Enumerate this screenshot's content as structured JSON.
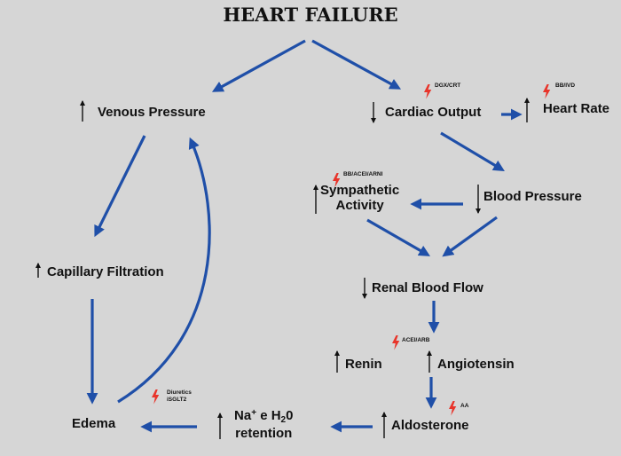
{
  "title": "HEART FAILURE",
  "nodes": {
    "venous_pressure": "Venous Pressure",
    "cardiac_output": "Cardiac Output",
    "heart_rate": "Heart Rate",
    "sympathetic_line1": "Sympathetic",
    "sympathetic_line2": "Activity",
    "blood_pressure": "Blood Pressure",
    "capillary_filtration": "Capillary Filtration",
    "renal_blood_flow": "Renal Blood Flow",
    "renin": "Renin",
    "angiotensin": "Angiotensin",
    "edema": "Edema",
    "na_symbol": "Na",
    "na_sup": "+",
    "na_e": " e H",
    "na_sub": "2",
    "na_tail": "0",
    "retention": "retention",
    "aldosterone": "Aldosterone"
  },
  "drugs": {
    "dgx_crt": "DGX/CRT",
    "bb_ivd": "BB/IVD",
    "bb_acei_arni": "BB/ACEI/ARNI",
    "acei_arb": "ACEI/ARB",
    "aa": "AA",
    "diuretics_line1": "Diuretics",
    "diuretics_line2": "iSGLT2"
  },
  "colors": {
    "arrow": "#1f4fa8",
    "bolt": "#e8342a",
    "text": "#111111",
    "background": "#d6d6d6"
  },
  "icons": {
    "drug_marker": "lightning-bolt-icon",
    "increase": "up-arrow-icon",
    "decrease": "down-arrow-icon"
  }
}
